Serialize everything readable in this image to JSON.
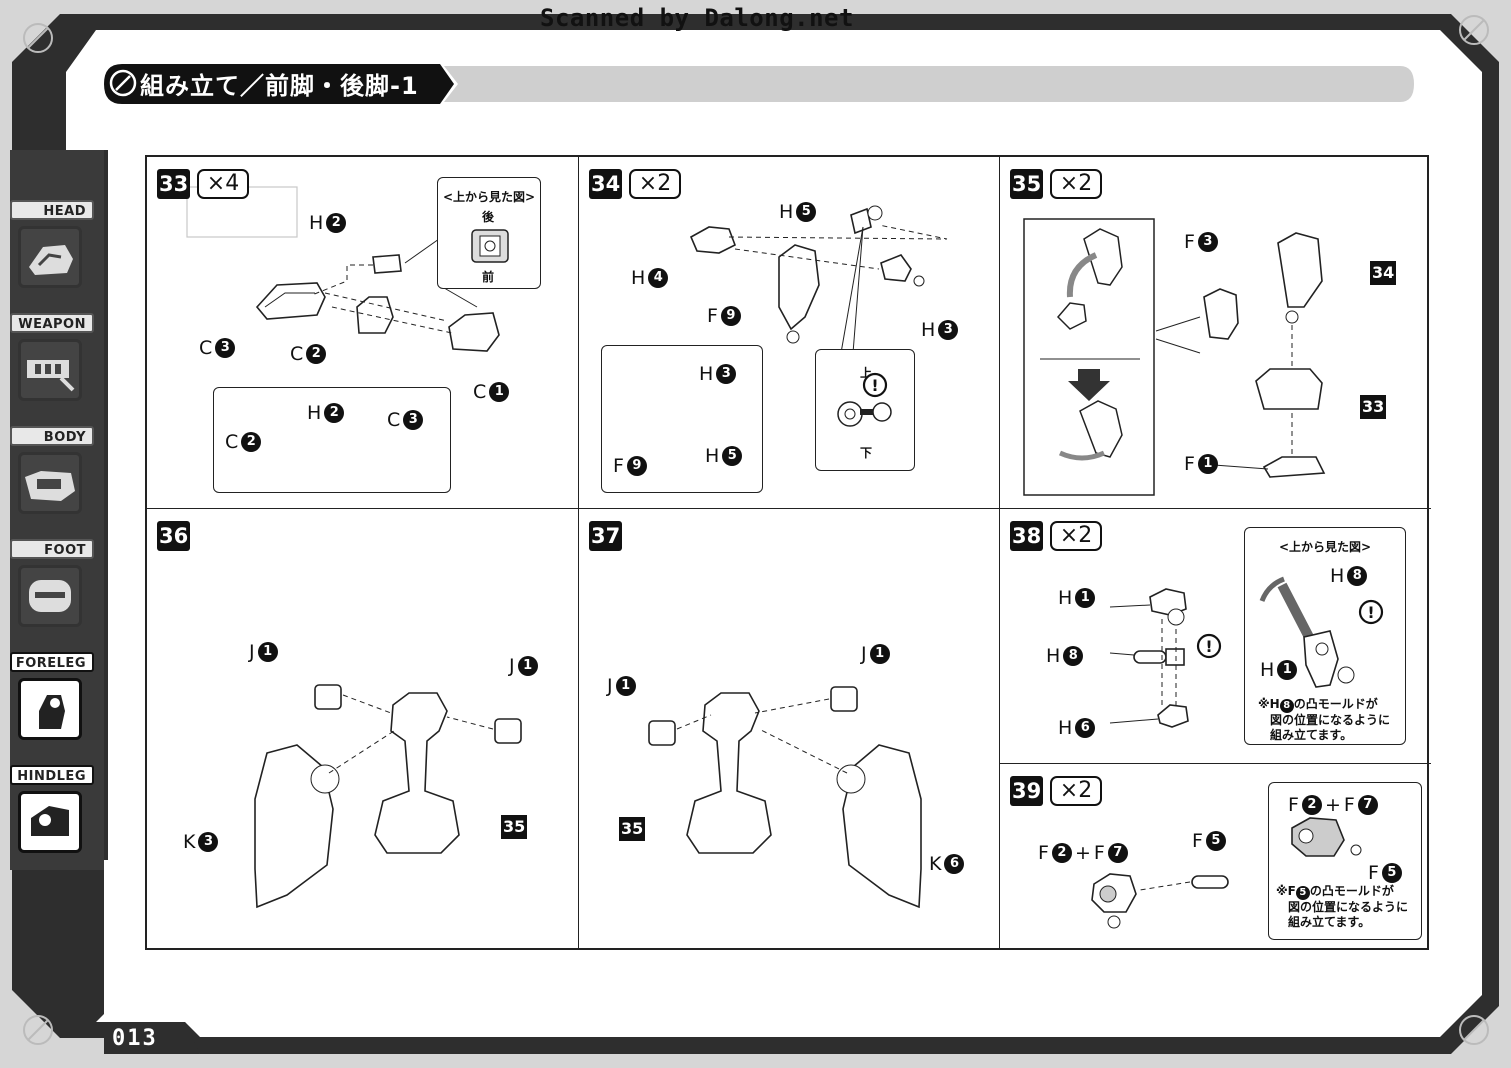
{
  "scan_credit": "Scanned by Dalong.net",
  "header": {
    "title": "組み立て／前脚・後脚-1"
  },
  "side_nav": [
    {
      "label": "HEAD",
      "active": false
    },
    {
      "label": "WEAPON",
      "active": false
    },
    {
      "label": "BODY",
      "active": false
    },
    {
      "label": "FOOT",
      "active": false
    },
    {
      "label": "FORELEG",
      "active": true
    },
    {
      "label": "HINDLEG",
      "active": true
    }
  ],
  "page_number": "013",
  "steps": {
    "s33": {
      "number": "33",
      "multiplier": "×4",
      "inset_title": "<上から見た図>",
      "inset_back": "後",
      "inset_front": "前",
      "parts": {
        "H2": {
          "letter": "H",
          "num": "2"
        },
        "C3": {
          "letter": "C",
          "num": "3"
        },
        "C2": {
          "letter": "C",
          "num": "2"
        },
        "C1": {
          "letter": "C",
          "num": "1"
        },
        "sub_H2": {
          "letter": "H",
          "num": "2"
        },
        "sub_C3": {
          "letter": "C",
          "num": "3"
        },
        "sub_C2": {
          "letter": "C",
          "num": "2"
        }
      }
    },
    "s34": {
      "number": "34",
      "multiplier": "×2",
      "inset_top": "上",
      "inset_bottom": "下",
      "parts": {
        "H5": {
          "letter": "H",
          "num": "5"
        },
        "H4": {
          "letter": "H",
          "num": "4"
        },
        "F9": {
          "letter": "F",
          "num": "9"
        },
        "H3": {
          "letter": "H",
          "num": "3"
        },
        "sub_H3": {
          "letter": "H",
          "num": "3"
        },
        "sub_F9": {
          "letter": "F",
          "num": "9"
        },
        "sub_H5": {
          "letter": "H",
          "num": "5"
        }
      }
    },
    "s35": {
      "number": "35",
      "multiplier": "×2",
      "parts": {
        "F3": {
          "letter": "F",
          "num": "3"
        },
        "F1": {
          "letter": "F",
          "num": "1"
        }
      },
      "refs": [
        "34",
        "33"
      ]
    },
    "s36": {
      "number": "36",
      "parts": {
        "J1a": {
          "letter": "J",
          "num": "1"
        },
        "J1b": {
          "letter": "J",
          "num": "1"
        },
        "K3": {
          "letter": "K",
          "num": "3"
        }
      },
      "ref": "35"
    },
    "s37": {
      "number": "37",
      "parts": {
        "J1a": {
          "letter": "J",
          "num": "1"
        },
        "J1b": {
          "letter": "J",
          "num": "1"
        },
        "K6": {
          "letter": "K",
          "num": "6"
        }
      },
      "ref": "35"
    },
    "s38": {
      "number": "38",
      "multiplier": "×2",
      "inset_title": "<上から見た図>",
      "parts": {
        "H1": {
          "letter": "H",
          "num": "1"
        },
        "H8": {
          "letter": "H",
          "num": "8"
        },
        "H6": {
          "letter": "H",
          "num": "6"
        },
        "sub_H8": {
          "letter": "H",
          "num": "8"
        },
        "sub_H1": {
          "letter": "H",
          "num": "1"
        }
      },
      "note": {
        "mark": "※",
        "ref_letter": "H",
        "ref_num": "8",
        "line1": "の凸モールドが",
        "line2": "図の位置になるように",
        "line3": "組み立てます。"
      }
    },
    "s39": {
      "number": "39",
      "multiplier": "×2",
      "parts": {
        "combo_left": {
          "a_letter": "F",
          "a_num": "2",
          "plus": "+",
          "b_letter": "F",
          "b_num": "7"
        },
        "F5": {
          "letter": "F",
          "num": "5"
        },
        "combo_inset": {
          "a_letter": "F",
          "a_num": "2",
          "plus": "+",
          "b_letter": "F",
          "b_num": "7"
        },
        "sub_F5": {
          "letter": "F",
          "num": "5"
        }
      },
      "note": {
        "mark": "※",
        "ref_letter": "F",
        "ref_num": "5",
        "line1": "の凸モールドが",
        "line2": "図の位置になるように",
        "line3": "組み立てます。"
      }
    }
  },
  "colors": {
    "ink": "#111111",
    "frame": "#2a2a2a",
    "page": "#ffffff",
    "background": "#d9d9d9"
  },
  "icons": [
    "compass-icon",
    "caution-icon",
    "down-arrow-icon",
    "curved-arrow-icon"
  ]
}
